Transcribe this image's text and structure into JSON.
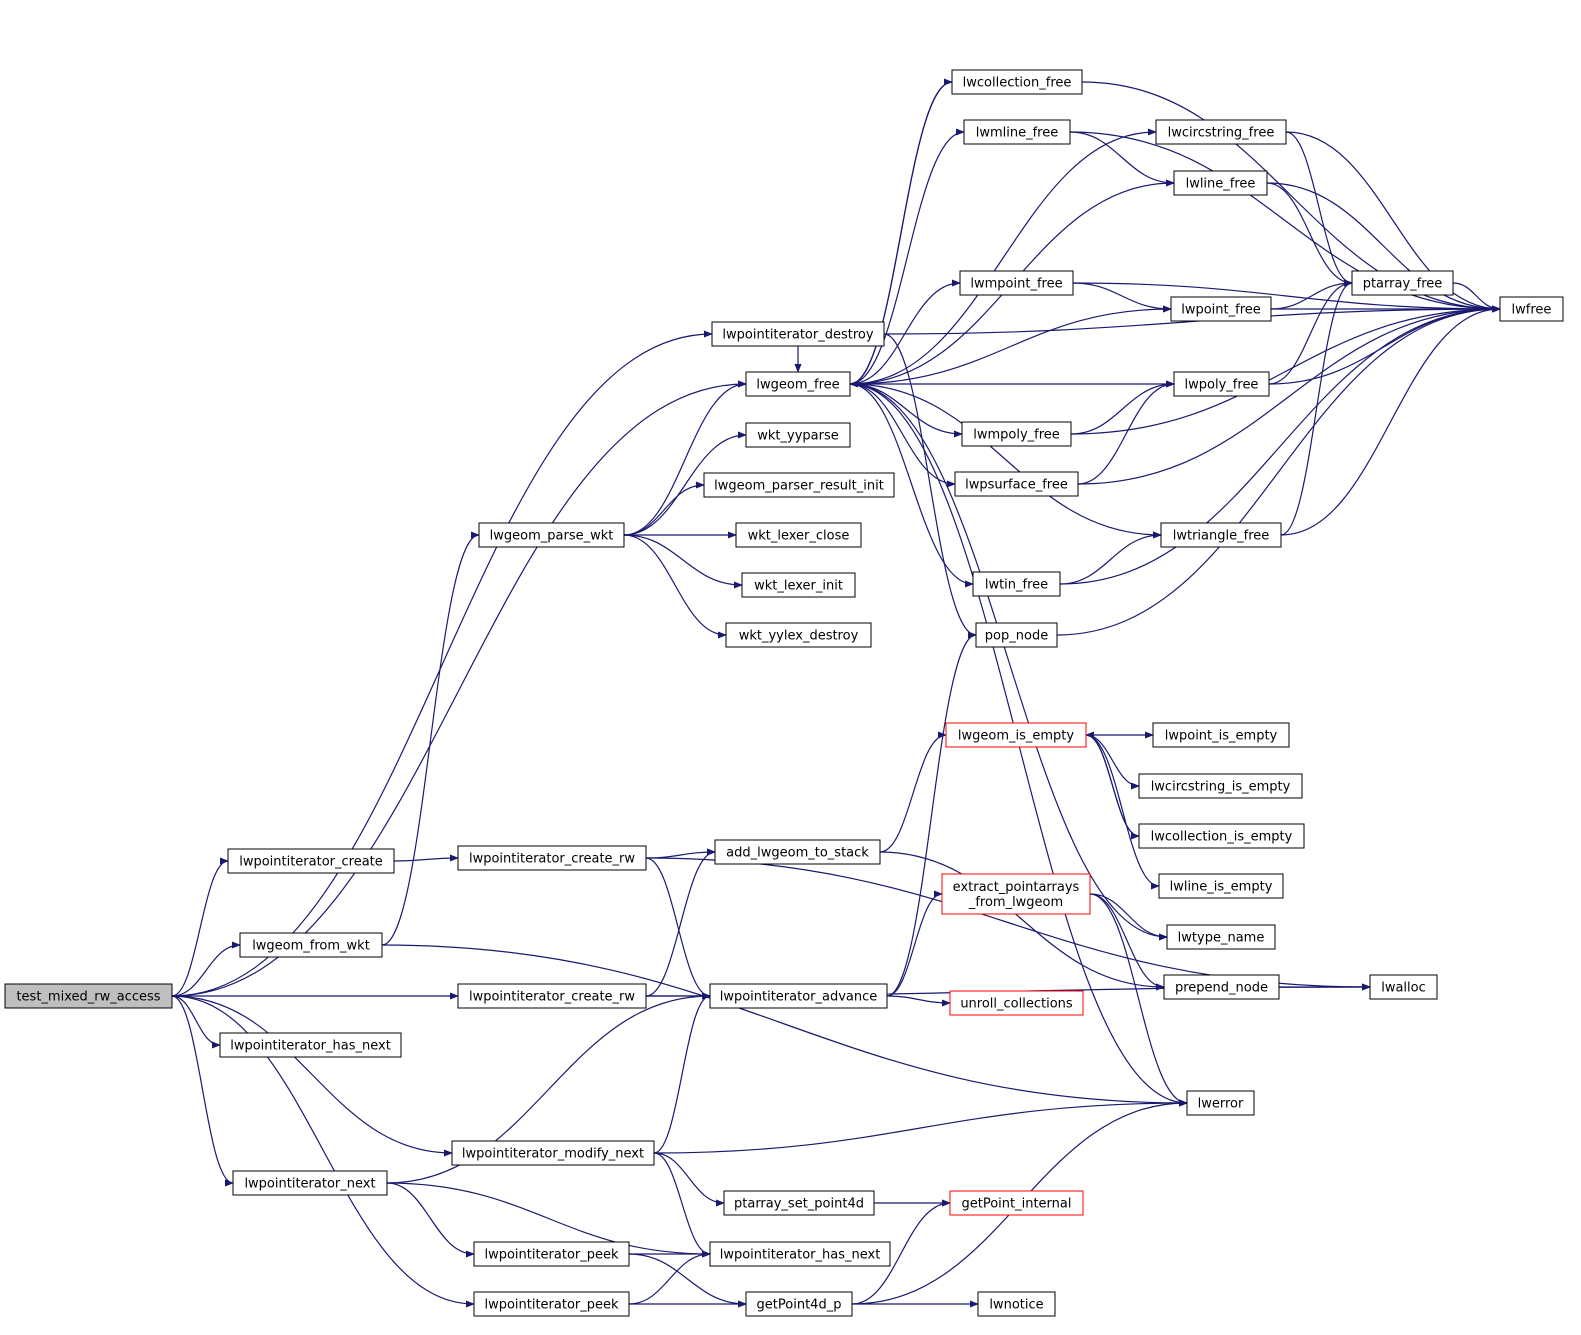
{
  "colors": {
    "edge": "#191970",
    "root_fill": "#bfbfbf",
    "highlight_border": "#ff0000"
  },
  "nodes": {
    "test_mixed_rw_access": {
      "lines": [
        "test_mixed_rw_access"
      ],
      "root": true
    },
    "lwpointiterator_create": {
      "lines": [
        "lwpointiterator_create"
      ]
    },
    "lwgeom_from_wkt": {
      "lines": [
        "lwgeom_from_wkt"
      ]
    },
    "lwpointiterator_has_next_a": {
      "lines": [
        "lwpointiterator_has_next"
      ]
    },
    "lwpointiterator_next": {
      "lines": [
        "lwpointiterator_next"
      ]
    },
    "lwpointiterator_peek_a": {
      "lines": [
        "lwpointiterator_peek"
      ]
    },
    "lwpointiterator_peek_b": {
      "lines": [
        "lwpointiterator_peek"
      ]
    },
    "lwpointiterator_destroy": {
      "lines": [
        "lwpointiterator_destroy"
      ]
    },
    "lwgeom_free": {
      "lines": [
        "lwgeom_free"
      ]
    },
    "lwgeom_parse_wkt": {
      "lines": [
        "lwgeom_parse_wkt"
      ]
    },
    "lwpointiterator_create_rw_a": {
      "lines": [
        "lwpointiterator_create_rw"
      ]
    },
    "lwpointiterator_create_rw_b": {
      "lines": [
        "lwpointiterator_create_rw"
      ]
    },
    "lwpointiterator_modify_next": {
      "lines": [
        "lwpointiterator_modify_next"
      ]
    },
    "wkt_yyparse": {
      "lines": [
        "wkt_yyparse"
      ]
    },
    "lwgeom_parser_result_init": {
      "lines": [
        "lwgeom_parser_result_init"
      ]
    },
    "wkt_lexer_close": {
      "lines": [
        "wkt_lexer_close"
      ]
    },
    "wkt_lexer_init": {
      "lines": [
        "wkt_lexer_init"
      ]
    },
    "wkt_yylex_destroy": {
      "lines": [
        "wkt_yylex_destroy"
      ]
    },
    "add_lwgeom_to_stack": {
      "lines": [
        "add_lwgeom_to_stack"
      ]
    },
    "lwpointiterator_advance": {
      "lines": [
        "lwpointiterator_advance"
      ]
    },
    "ptarray_set_point4d": {
      "lines": [
        "ptarray_set_point4d"
      ]
    },
    "lwpointiterator_has_next_b": {
      "lines": [
        "lwpointiterator_has_next"
      ]
    },
    "getPoint4d_p": {
      "lines": [
        "getPoint4d_p"
      ]
    },
    "lwcollection_free": {
      "lines": [
        "lwcollection_free"
      ]
    },
    "lwmline_free": {
      "lines": [
        "lwmline_free"
      ]
    },
    "lwmpoint_free": {
      "lines": [
        "lwmpoint_free"
      ]
    },
    "lwmpoly_free": {
      "lines": [
        "lwmpoly_free"
      ]
    },
    "lwpsurface_free": {
      "lines": [
        "lwpsurface_free"
      ]
    },
    "lwtin_free": {
      "lines": [
        "lwtin_free"
      ]
    },
    "pop_node": {
      "lines": [
        "pop_node"
      ]
    },
    "lwgeom_is_empty": {
      "lines": [
        "lwgeom_is_empty"
      ],
      "highlight": true
    },
    "extract_pointarrays": {
      "lines": [
        "extract_pointarrays",
        "_from_lwgeom"
      ],
      "highlight": true
    },
    "unroll_collections": {
      "lines": [
        "unroll_collections"
      ],
      "highlight": true
    },
    "getPoint_internal": {
      "lines": [
        "getPoint_internal"
      ],
      "highlight": true
    },
    "lwnotice": {
      "lines": [
        "lwnotice"
      ]
    },
    "lwcircstring_free": {
      "lines": [
        "lwcircstring_free"
      ]
    },
    "lwline_free": {
      "lines": [
        "lwline_free"
      ]
    },
    "lwpoint_free": {
      "lines": [
        "lwpoint_free"
      ]
    },
    "lwpoly_free": {
      "lines": [
        "lwpoly_free"
      ]
    },
    "lwtriangle_free": {
      "lines": [
        "lwtriangle_free"
      ]
    },
    "lwpoint_is_empty": {
      "lines": [
        "lwpoint_is_empty"
      ]
    },
    "lwcircstring_is_empty": {
      "lines": [
        "lwcircstring_is_empty"
      ]
    },
    "lwcollection_is_empty": {
      "lines": [
        "lwcollection_is_empty"
      ]
    },
    "lwline_is_empty": {
      "lines": [
        "lwline_is_empty"
      ]
    },
    "lwtype_name": {
      "lines": [
        "lwtype_name"
      ]
    },
    "prepend_node": {
      "lines": [
        "prepend_node"
      ]
    },
    "lwerror": {
      "lines": [
        "lwerror"
      ]
    },
    "ptarray_free": {
      "lines": [
        "ptarray_free"
      ]
    },
    "lwfree": {
      "lines": [
        "lwfree"
      ]
    },
    "lwalloc": {
      "lines": [
        "lwalloc"
      ]
    }
  },
  "edges": [
    [
      "test_mixed_rw_access",
      "lwpointiterator_create"
    ],
    [
      "test_mixed_rw_access",
      "lwgeom_from_wkt"
    ],
    [
      "test_mixed_rw_access",
      "lwpointiterator_create_rw_b"
    ],
    [
      "test_mixed_rw_access",
      "lwpointiterator_has_next_a"
    ],
    [
      "test_mixed_rw_access",
      "lwpointiterator_next"
    ],
    [
      "test_mixed_rw_access",
      "lwpointiterator_modify_next"
    ],
    [
      "test_mixed_rw_access",
      "lwpointiterator_peek_b"
    ],
    [
      "test_mixed_rw_access",
      "lwpointiterator_destroy"
    ],
    [
      "test_mixed_rw_access",
      "lwgeom_free"
    ],
    [
      "lwpointiterator_create",
      "lwpointiterator_create_rw_a"
    ],
    [
      "lwgeom_from_wkt",
      "lwgeom_parse_wkt"
    ],
    [
      "lwgeom_from_wkt",
      "lwerror"
    ],
    [
      "lwpointiterator_destroy",
      "lwgeom_free"
    ],
    [
      "lwpointiterator_destroy",
      "pop_node"
    ],
    [
      "lwpointiterator_destroy",
      "lwfree"
    ],
    [
      "lwgeom_parse_wkt",
      "lwgeom_free"
    ],
    [
      "lwgeom_parse_wkt",
      "wkt_yyparse"
    ],
    [
      "lwgeom_parse_wkt",
      "lwgeom_parser_result_init"
    ],
    [
      "lwgeom_parse_wkt",
      "wkt_lexer_close"
    ],
    [
      "lwgeom_parse_wkt",
      "wkt_lexer_init"
    ],
    [
      "lwgeom_parse_wkt",
      "wkt_yylex_destroy"
    ],
    [
      "lwpointiterator_create_rw_a",
      "add_lwgeom_to_stack"
    ],
    [
      "lwpointiterator_create_rw_a",
      "lwpointiterator_advance"
    ],
    [
      "lwpointiterator_create_rw_a",
      "lwalloc"
    ],
    [
      "lwpointiterator_create_rw_b",
      "add_lwgeom_to_stack"
    ],
    [
      "lwpointiterator_create_rw_b",
      "lwpointiterator_advance"
    ],
    [
      "lwpointiterator_create_rw_b",
      "lwalloc"
    ],
    [
      "lwpointiterator_next",
      "lwpointiterator_advance"
    ],
    [
      "lwpointiterator_next",
      "lwpointiterator_peek_a"
    ],
    [
      "lwpointiterator_next",
      "lwpointiterator_has_next_b"
    ],
    [
      "lwpointiterator_modify_next",
      "lwpointiterator_advance"
    ],
    [
      "lwpointiterator_modify_next",
      "ptarray_set_point4d"
    ],
    [
      "lwpointiterator_modify_next",
      "lwpointiterator_has_next_b"
    ],
    [
      "lwpointiterator_modify_next",
      "lwerror"
    ],
    [
      "lwpointiterator_peek_a",
      "lwpointiterator_has_next_b"
    ],
    [
      "lwpointiterator_peek_a",
      "getPoint4d_p"
    ],
    [
      "lwpointiterator_peek_b",
      "lwpointiterator_has_next_b"
    ],
    [
      "lwpointiterator_peek_b",
      "getPoint4d_p"
    ],
    [
      "add_lwgeom_to_stack",
      "lwgeom_is_empty"
    ],
    [
      "add_lwgeom_to_stack",
      "prepend_node"
    ],
    [
      "lwpointiterator_advance",
      "pop_node"
    ],
    [
      "lwpointiterator_advance",
      "extract_pointarrays"
    ],
    [
      "lwpointiterator_advance",
      "unroll_collections"
    ],
    [
      "ptarray_set_point4d",
      "getPoint_internal"
    ],
    [
      "getPoint4d_p",
      "getPoint_internal"
    ],
    [
      "getPoint4d_p",
      "lwnotice"
    ],
    [
      "getPoint4d_p",
      "lwerror"
    ],
    [
      "lwgeom_free",
      "lwcollection_free"
    ],
    [
      "lwgeom_free",
      "lwmline_free"
    ],
    [
      "lwgeom_free",
      "lwmpoint_free"
    ],
    [
      "lwgeom_free",
      "lwmpoly_free"
    ],
    [
      "lwgeom_free",
      "lwpsurface_free"
    ],
    [
      "lwgeom_free",
      "lwtin_free"
    ],
    [
      "lwgeom_free",
      "lwcircstring_free"
    ],
    [
      "lwgeom_free",
      "lwline_free"
    ],
    [
      "lwgeom_free",
      "lwpoint_free"
    ],
    [
      "lwgeom_free",
      "lwpoly_free"
    ],
    [
      "lwgeom_free",
      "lwtriangle_free"
    ],
    [
      "lwgeom_free",
      "lwtype_name"
    ],
    [
      "lwgeom_free",
      "lwerror"
    ],
    [
      "lwcollection_free",
      "lwgeom_free"
    ],
    [
      "lwcollection_free",
      "lwfree"
    ],
    [
      "lwmline_free",
      "lwline_free"
    ],
    [
      "lwmline_free",
      "lwfree"
    ],
    [
      "lwmpoint_free",
      "lwpoint_free"
    ],
    [
      "lwmpoint_free",
      "lwfree"
    ],
    [
      "lwmpoly_free",
      "lwpoly_free"
    ],
    [
      "lwmpoly_free",
      "lwfree"
    ],
    [
      "lwpsurface_free",
      "lwpoly_free"
    ],
    [
      "lwpsurface_free",
      "lwfree"
    ],
    [
      "lwtin_free",
      "lwtriangle_free"
    ],
    [
      "lwtin_free",
      "lwfree"
    ],
    [
      "pop_node",
      "lwfree"
    ],
    [
      "lwcircstring_free",
      "ptarray_free"
    ],
    [
      "lwcircstring_free",
      "lwfree"
    ],
    [
      "lwline_free",
      "ptarray_free"
    ],
    [
      "lwline_free",
      "lwfree"
    ],
    [
      "lwpoint_free",
      "ptarray_free"
    ],
    [
      "lwpoint_free",
      "lwfree"
    ],
    [
      "lwpoly_free",
      "ptarray_free"
    ],
    [
      "lwpoly_free",
      "lwfree"
    ],
    [
      "lwtriangle_free",
      "ptarray_free"
    ],
    [
      "lwtriangle_free",
      "lwfree"
    ],
    [
      "ptarray_free",
      "lwfree"
    ],
    [
      "lwgeom_is_empty",
      "lwpoint_is_empty"
    ],
    [
      "lwgeom_is_empty",
      "lwcircstring_is_empty"
    ],
    [
      "lwgeom_is_empty",
      "lwcollection_is_empty"
    ],
    [
      "lwgeom_is_empty",
      "lwline_is_empty"
    ],
    [
      "lwcollection_is_empty",
      "lwgeom_is_empty"
    ],
    [
      "extract_pointarrays",
      "lwtype_name"
    ],
    [
      "extract_pointarrays",
      "prepend_node"
    ],
    [
      "extract_pointarrays",
      "lwerror"
    ],
    [
      "prepend_node",
      "lwalloc"
    ]
  ]
}
